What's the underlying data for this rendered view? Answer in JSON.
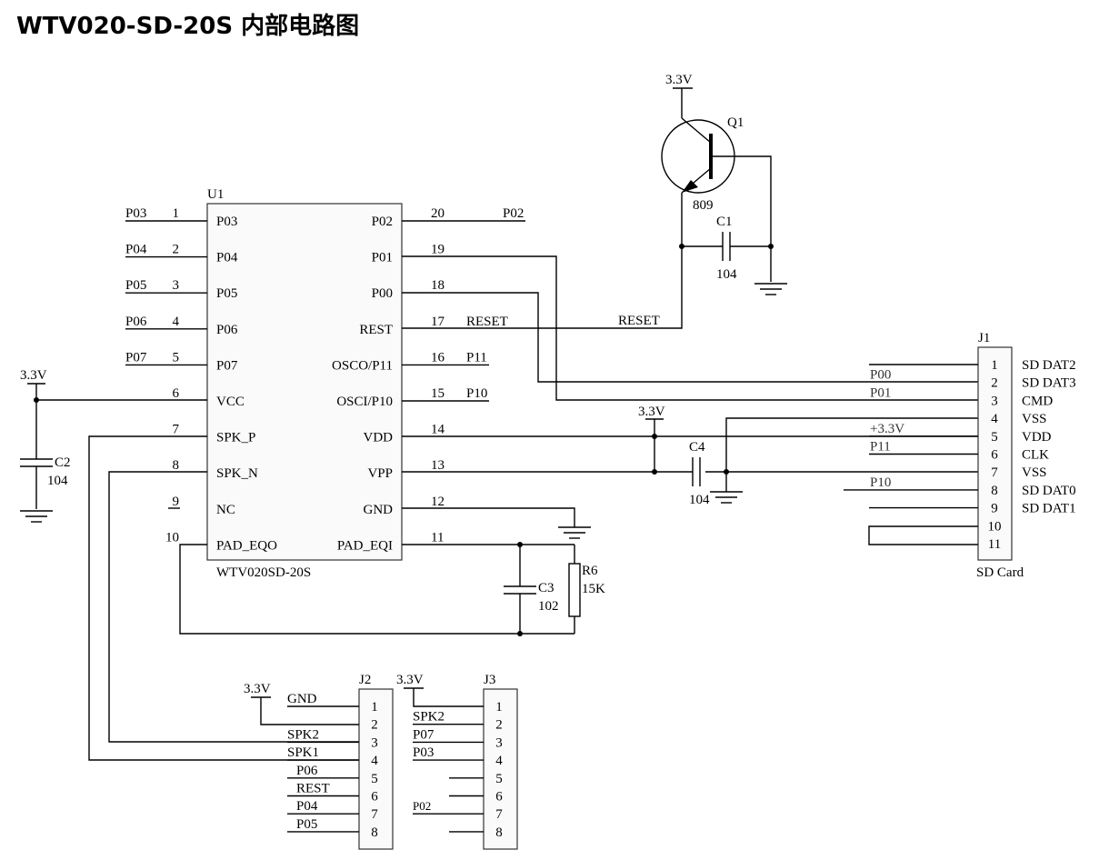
{
  "title": "WTV020-SD-20S 内部电路图",
  "u1": {
    "ref": "U1",
    "name": "WTV020SD-20S",
    "left_pins": [
      {
        "num": "1",
        "pin": "P03",
        "net": "P03"
      },
      {
        "num": "2",
        "pin": "P04",
        "net": "P04"
      },
      {
        "num": "3",
        "pin": "P05",
        "net": "P05"
      },
      {
        "num": "4",
        "pin": "P06",
        "net": "P06"
      },
      {
        "num": "5",
        "pin": "P07",
        "net": "P07"
      },
      {
        "num": "6",
        "pin": "VCC",
        "net": ""
      },
      {
        "num": "7",
        "pin": "SPK_P",
        "net": ""
      },
      {
        "num": "8",
        "pin": "SPK_N",
        "net": ""
      },
      {
        "num": "9",
        "pin": "NC",
        "net": ""
      },
      {
        "num": "10",
        "pin": "PAD_EQO",
        "net": ""
      }
    ],
    "right_pins": [
      {
        "num": "20",
        "pin": "P02",
        "net": "P02"
      },
      {
        "num": "19",
        "pin": "P01",
        "net": ""
      },
      {
        "num": "18",
        "pin": "P00",
        "net": ""
      },
      {
        "num": "17",
        "pin": "REST",
        "net": "RESET"
      },
      {
        "num": "16",
        "pin": "OSCO/P11",
        "net": "P11"
      },
      {
        "num": "15",
        "pin": "OSCI/P10",
        "net": "P10"
      },
      {
        "num": "14",
        "pin": "VDD",
        "net": ""
      },
      {
        "num": "13",
        "pin": "VPP",
        "net": ""
      },
      {
        "num": "12",
        "pin": "GND",
        "net": ""
      },
      {
        "num": "11",
        "pin": "PAD_EQI",
        "net": ""
      }
    ]
  },
  "q1": {
    "ref": "Q1",
    "part": "809",
    "supply": "3.3V",
    "net": "RESET"
  },
  "c1": {
    "ref": "C1",
    "value": "104"
  },
  "c2": {
    "ref": "C2",
    "value": "104",
    "supply": "3.3V"
  },
  "c3": {
    "ref": "C3",
    "value": "102"
  },
  "c4": {
    "ref": "C4",
    "value": "104",
    "supply": "3.3V"
  },
  "r6": {
    "ref": "R6",
    "value": "15K"
  },
  "j1": {
    "ref": "J1",
    "name": "SD Card",
    "pins": [
      {
        "num": "1",
        "signal": "SD DAT2",
        "net": ""
      },
      {
        "num": "2",
        "signal": "SD DAT3",
        "net": "P00"
      },
      {
        "num": "3",
        "signal": "CMD",
        "net": "P01"
      },
      {
        "num": "4",
        "signal": "VSS",
        "net": ""
      },
      {
        "num": "5",
        "signal": "VDD",
        "net": "+3.3V"
      },
      {
        "num": "6",
        "signal": "CLK",
        "net": "P11"
      },
      {
        "num": "7",
        "signal": "VSS",
        "net": ""
      },
      {
        "num": "8",
        "signal": "SD DAT0",
        "net": "P10"
      },
      {
        "num": "9",
        "signal": "SD DAT1",
        "net": ""
      },
      {
        "num": "10",
        "signal": "",
        "net": ""
      },
      {
        "num": "11",
        "signal": "",
        "net": ""
      }
    ]
  },
  "j2": {
    "ref": "J2",
    "supply": "3.3V",
    "pins": [
      {
        "num": "1",
        "net": "GND"
      },
      {
        "num": "2",
        "net": ""
      },
      {
        "num": "3",
        "net": "SPK2"
      },
      {
        "num": "4",
        "net": "SPK1"
      },
      {
        "num": "5",
        "net": "P06"
      },
      {
        "num": "6",
        "net": "REST"
      },
      {
        "num": "7",
        "net": "P04"
      },
      {
        "num": "8",
        "net": "P05"
      }
    ]
  },
  "j3": {
    "ref": "J3",
    "supply": "3.3V",
    "pins": [
      {
        "num": "1",
        "net": ""
      },
      {
        "num": "2",
        "net": "SPK2"
      },
      {
        "num": "3",
        "net": "P07"
      },
      {
        "num": "4",
        "net": "P03"
      },
      {
        "num": "5",
        "net": ""
      },
      {
        "num": "6",
        "net": ""
      },
      {
        "num": "7",
        "net": "P02"
      },
      {
        "num": "8",
        "net": ""
      }
    ]
  }
}
